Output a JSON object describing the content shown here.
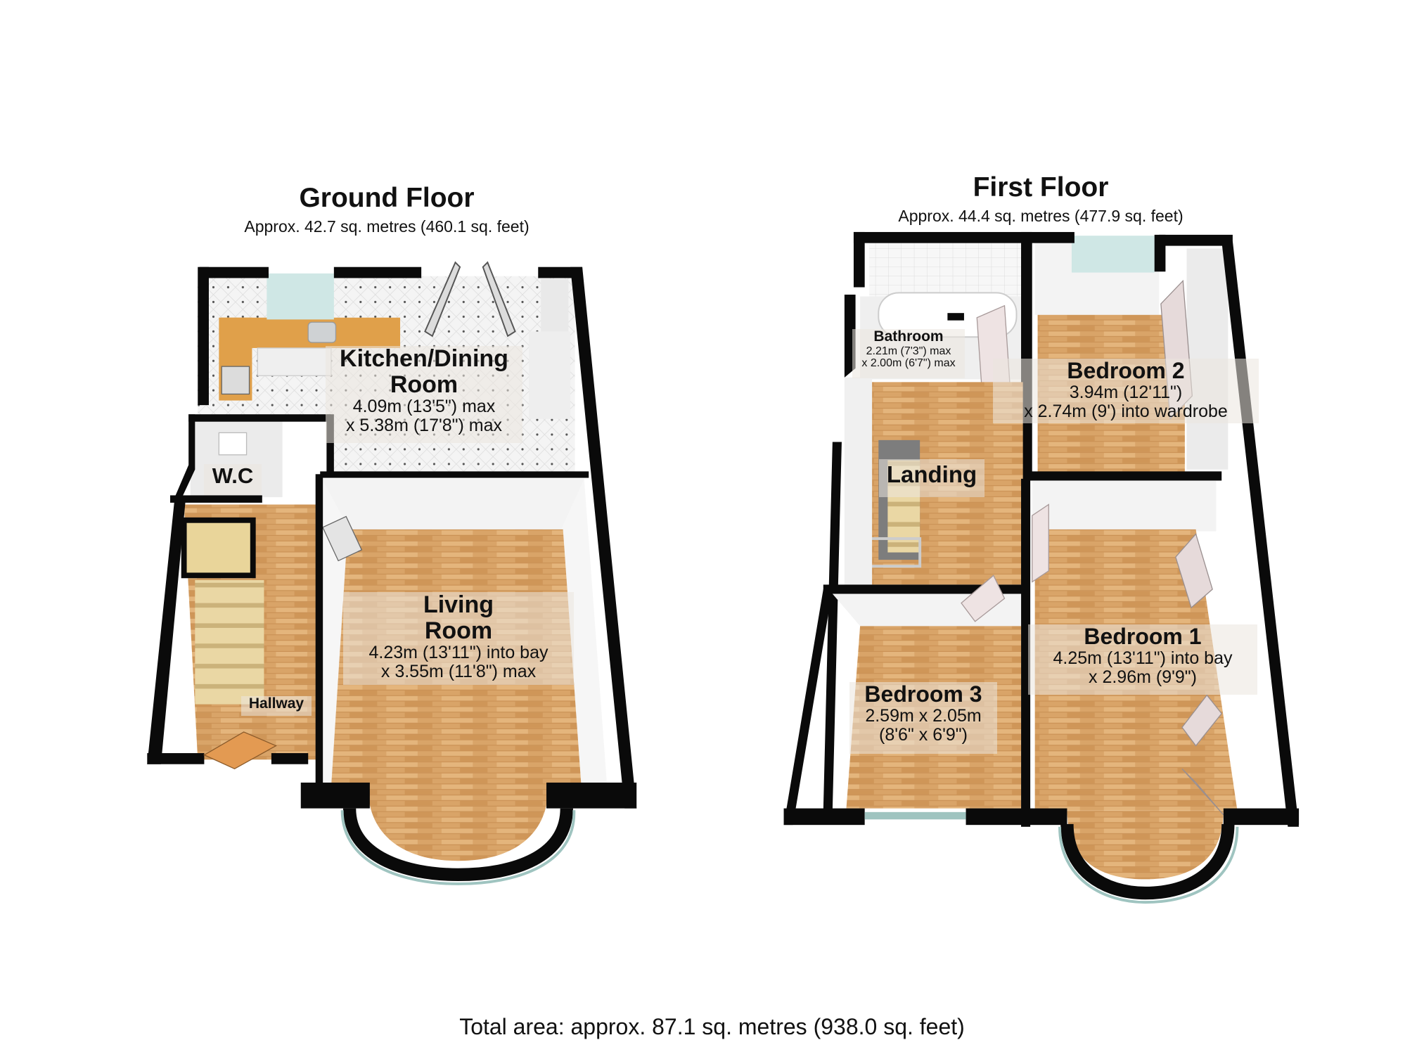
{
  "ground_floor": {
    "title": "Ground Floor",
    "area": "Approx. 42.7 sq. metres (460.1 sq. feet)",
    "rooms": [
      {
        "name": "Kitchen/Dining",
        "name2": "Room",
        "dim1": "4.09m (13'5\") max",
        "dim2": "x 5.38m (17'8\") max",
        "floor": "tile"
      },
      {
        "name": "Living",
        "name2": "Room",
        "dim1": "4.23m (13'11\") into bay",
        "dim2": "x 3.55m (11'8\") max",
        "floor": "wood"
      },
      {
        "name": "W.C",
        "floor": "wood"
      },
      {
        "name": "Hallway",
        "floor": "wood"
      }
    ]
  },
  "first_floor": {
    "title": "First Floor",
    "area": "Approx. 44.4 sq. metres (477.9 sq. feet)",
    "rooms": [
      {
        "name": "Bathroom",
        "dim1": "2.21m (7'3\") max",
        "dim2": "x 2.00m (6'7\") max",
        "floor": "tile"
      },
      {
        "name": "Bedroom 2",
        "dim1": "3.94m (12'11\")",
        "dim2": "x 2.74m (9') into wardrobe",
        "floor": "wood"
      },
      {
        "name": "Landing",
        "floor": "wood"
      },
      {
        "name": "Bedroom 1",
        "dim1": "4.25m (13'11\") into bay",
        "dim2": "x 2.96m (9'9\")",
        "floor": "wood"
      },
      {
        "name": "Bedroom 3",
        "dim1": "2.59m x 2.05m",
        "dim2": "(8'6\" x 6'9\")",
        "floor": "wood"
      }
    ]
  },
  "total_area": "Total area: approx. 87.1 sq. metres (938.0 sq. feet)",
  "colors": {
    "wall": "#0a0a0a",
    "wood": "#d9a468",
    "wood_light": "#e6bd86",
    "tile": "#f2f2f2",
    "inner_wall": "#e8e8e8",
    "glass": "#9fc4c0",
    "worktop": "#e0a04a",
    "stair": "#e9d6a2"
  }
}
